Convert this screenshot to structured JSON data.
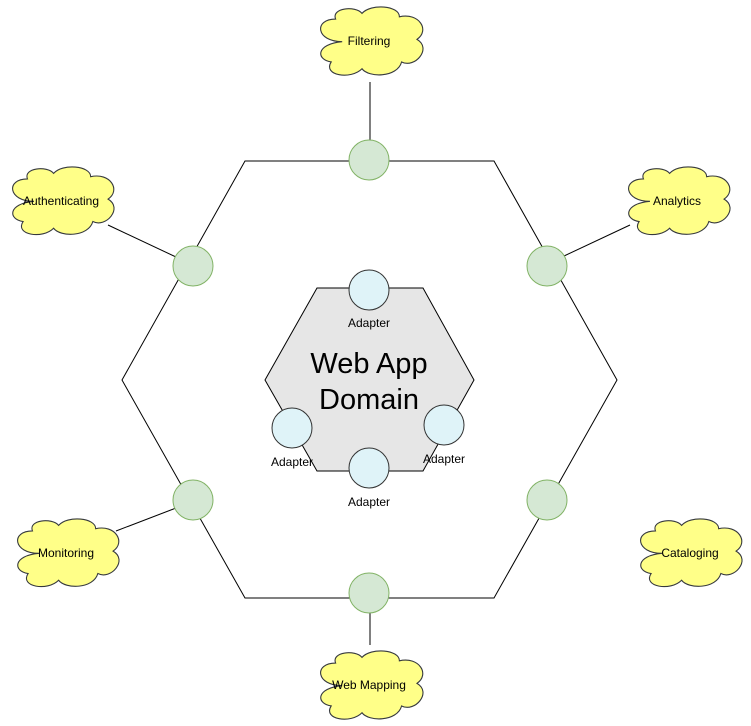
{
  "diagram": {
    "domain_title": {
      "line1": "Web App",
      "line2": "Domain"
    },
    "adapters": [
      {
        "label": "Adapter"
      },
      {
        "label": "Adapter"
      },
      {
        "label": "Adapter"
      },
      {
        "label": "Adapter"
      }
    ],
    "services": [
      {
        "label": "Filtering"
      },
      {
        "label": "Authenticating"
      },
      {
        "label": "Analytics"
      },
      {
        "label": "Monitoring"
      },
      {
        "label": "Cataloging"
      },
      {
        "label": "Web Mapping"
      }
    ],
    "colors": {
      "cloud_fill": "#ffff88",
      "cloud_stroke": "#36393d",
      "port_fill": "#d5e8d4",
      "port_stroke": "#82b366",
      "adapter_fill": "#dff3f8",
      "adapter_stroke": "#333333",
      "domain_fill": "#e6e6e6",
      "line_color": "#000000"
    }
  }
}
